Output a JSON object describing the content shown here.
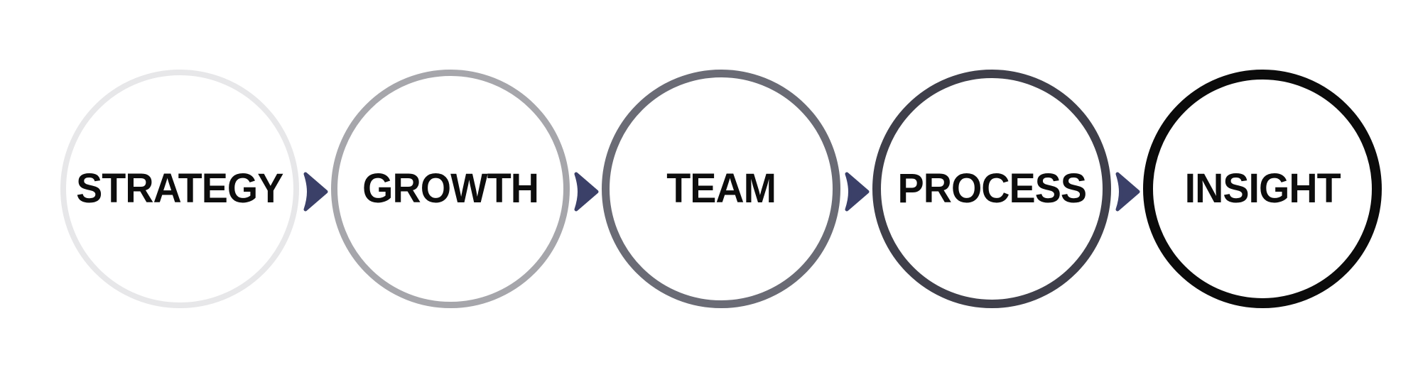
{
  "diagram": {
    "name": "five-step-process-flow",
    "background_color": "#ffffff",
    "text_color": "#0d0d0d",
    "arrow_color": "#3b4068",
    "steps": [
      {
        "label": "STRATEGY",
        "border_color": "#e7e7e9",
        "border_width": 8
      },
      {
        "label": "GROWTH",
        "border_color": "#a6a6ab",
        "border_width": 9
      },
      {
        "label": "TEAM",
        "border_color": "#6a6b75",
        "border_width": 11
      },
      {
        "label": "PROCESS",
        "border_color": "#3f3f4a",
        "border_width": 12
      },
      {
        "label": "INSIGHT",
        "border_color": "#0b0b0b",
        "border_width": 14
      }
    ]
  }
}
